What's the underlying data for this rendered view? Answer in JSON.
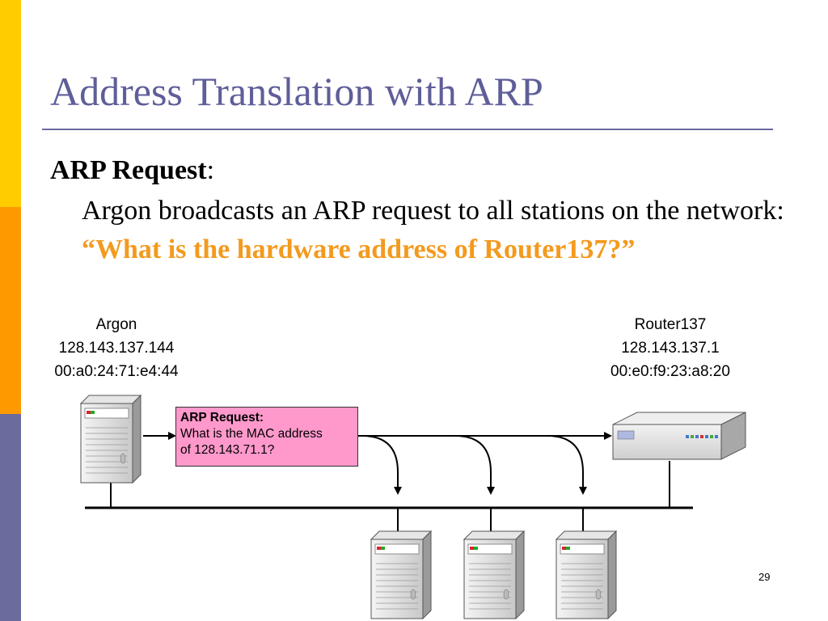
{
  "slide": {
    "title": "Address Translation with ARP",
    "heading": "ARP Request",
    "heading_colon": ":",
    "body_plain": "Argon broadcasts an ARP request to all stations on the network: ",
    "body_highlight": "“What is the hardware address of Router137?”",
    "page_number": "29"
  },
  "argon": {
    "name": "Argon",
    "ip": "128.143.137.144",
    "mac": "00:a0:24:71:e4:44"
  },
  "router": {
    "name": "Router137",
    "ip": "128.143.137.1",
    "mac": "00:e0:f9:23:a8:20"
  },
  "arp_box": {
    "title": "ARP Request:",
    "line1": "What is the MAC address",
    "line2": "of  128.143.71.1?"
  },
  "colors": {
    "title": "#5e5e99",
    "highlight": "#f39a1e",
    "arp_box": "#ff99cc",
    "bar_yellow": "#ffcc00",
    "bar_orange": "#ff9900",
    "bar_purple": "#6b6b9e"
  }
}
